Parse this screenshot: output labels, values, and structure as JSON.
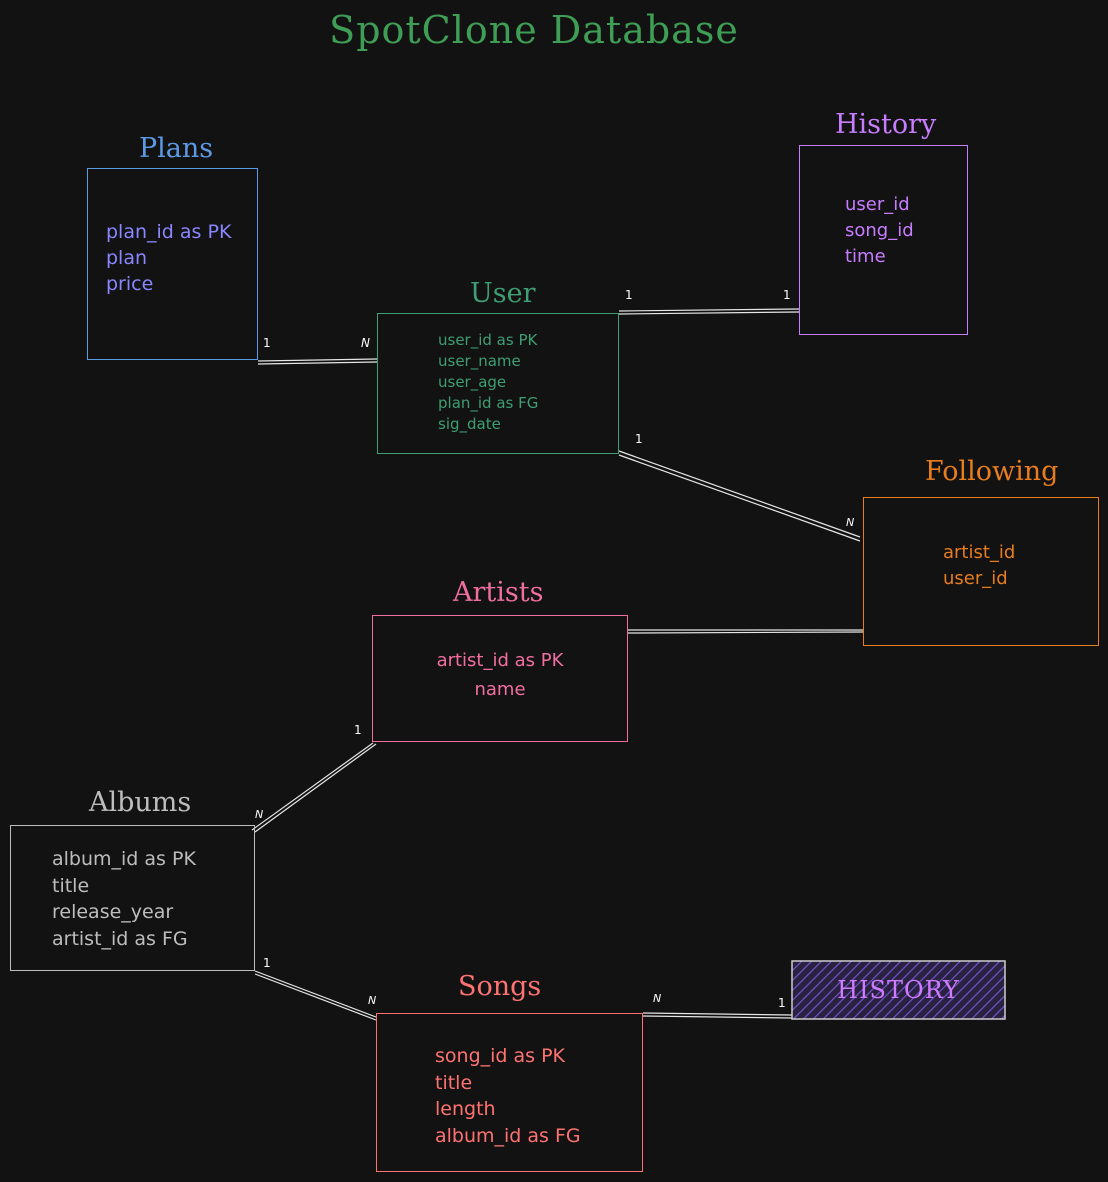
{
  "diagram_title": "SpotClone Database",
  "colors": {
    "background": "#121212",
    "title": "#3f9e55",
    "plans": "#5b9be6",
    "plans_fields": "#8a86ff",
    "user": "#3f9e73",
    "history": "#c77dff",
    "following": "#e87d1e",
    "artists": "#f06fa0",
    "albums": "#bdbdbd",
    "songs": "#ff7272",
    "history_label": "#cf7bff",
    "relation_line": "#e6e6e6",
    "cardinality": "#ffffff"
  },
  "entities": {
    "plans": {
      "title": "Plans",
      "fields": [
        "plan_id as PK",
        "plan",
        "price"
      ]
    },
    "user": {
      "title": "User",
      "fields": [
        "user_id as PK",
        "user_name",
        "user_age",
        "plan_id as FG",
        "sig_date"
      ]
    },
    "history": {
      "title": "History",
      "fields": [
        "user_id",
        "song_id",
        "time"
      ]
    },
    "following": {
      "title": "Following",
      "fields": [
        "artist_id",
        "user_id"
      ]
    },
    "artists": {
      "title": "Artists",
      "fields": [
        "artist_id as PK",
        "name"
      ]
    },
    "albums": {
      "title": "Albums",
      "fields": [
        "album_id as PK",
        "title",
        "release_year",
        "artist_id as FG"
      ]
    },
    "songs": {
      "title": "Songs",
      "fields": [
        "song_id as PK",
        "title",
        "length",
        "album_id as FG"
      ]
    },
    "history_ref": {
      "title": "HISTORY"
    }
  },
  "relations": [
    {
      "from": "Plans",
      "to": "User",
      "from_card": "1",
      "to_card": "N"
    },
    {
      "from": "User",
      "to": "History",
      "from_card": "1",
      "to_card": "1"
    },
    {
      "from": "User",
      "to": "Following",
      "from_card": "1",
      "to_card": "N"
    },
    {
      "from": "Artists",
      "to": "Following",
      "from_card": "",
      "to_card": ""
    },
    {
      "from": "Artists",
      "to": "Albums",
      "from_card": "1",
      "to_card": "N"
    },
    {
      "from": "Albums",
      "to": "Songs",
      "from_card": "1",
      "to_card": "N"
    },
    {
      "from": "Songs",
      "to": "HISTORY",
      "from_card": "N",
      "to_card": "1"
    }
  ]
}
